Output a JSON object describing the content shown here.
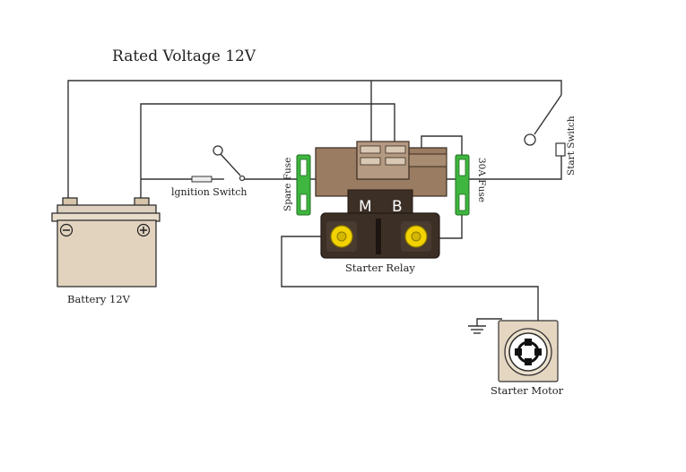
{
  "title": "Rated Voltage 12V",
  "labels": {
    "battery": "Battery 12V",
    "ignition_switch": "lgnition Switch",
    "spare_fuse": "Spare Fuse",
    "fuse_30a": "30A Fuse",
    "start_switch": "Start Switch",
    "starter_relay": "Starter Relay",
    "starter_motor": "Starter Motor",
    "terminal_m": "M",
    "terminal_b": "B"
  },
  "colors": {
    "wire": "#333333",
    "battery_body": "#e2d3bf",
    "relay_body": "#9a7c62",
    "relay_base": "#3c2f26",
    "fuse_green": "#3fb63f",
    "terminal_gold": "#f2d200",
    "motor_body": "#e4d6c1"
  }
}
